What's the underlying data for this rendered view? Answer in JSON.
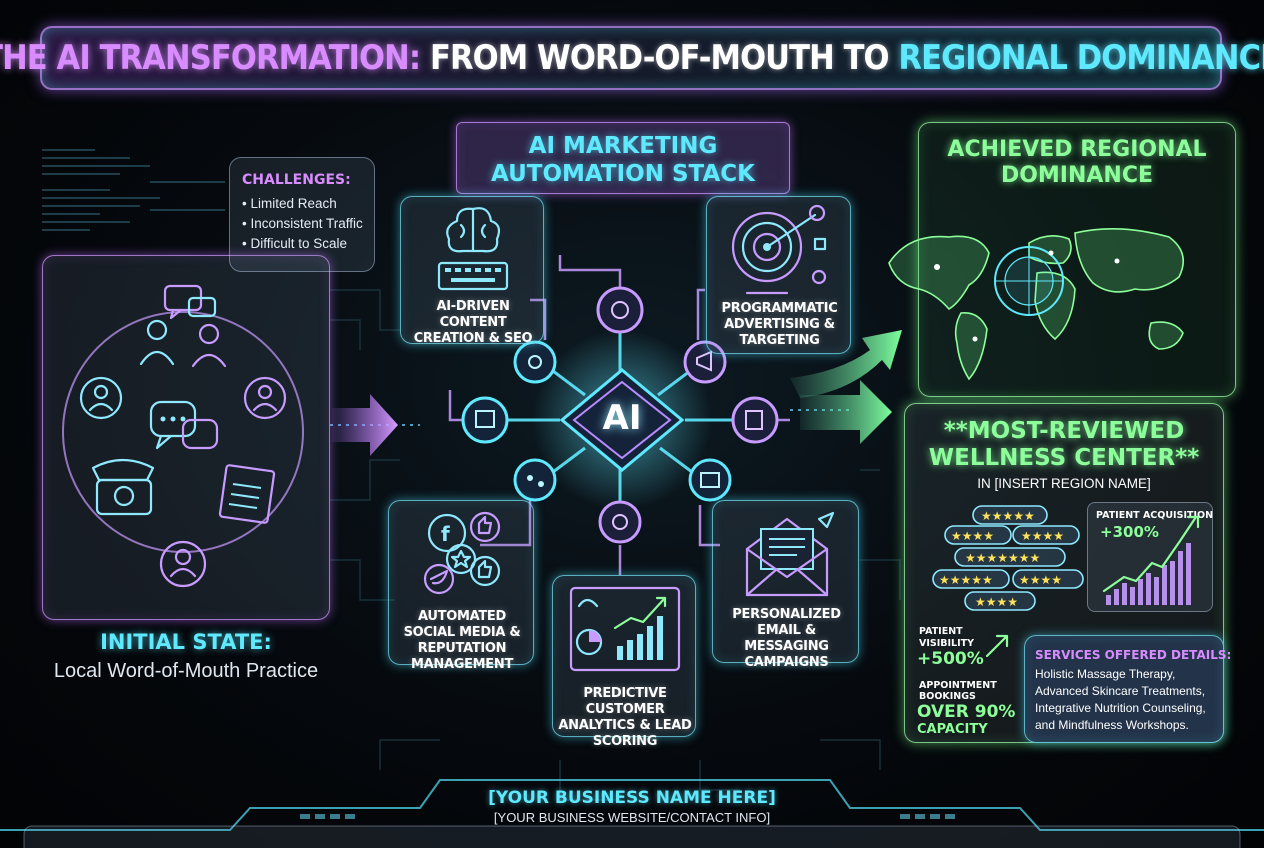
{
  "title": {
    "part1": "THE AI TRANSFORMATION:",
    "part2": "FROM WORD-OF-MOUTH TO",
    "part3": "REGIONAL DOMINANCE"
  },
  "challenges": {
    "heading": "CHALLENGES:",
    "items": [
      "Limited Reach",
      "Inconsistent Traffic",
      "Difficult to Scale"
    ]
  },
  "initial_state": {
    "heading": "INITIAL STATE:",
    "subtitle": "Local Word-of-Mouth Practice"
  },
  "stack": {
    "heading_line1": "AI MARKETING",
    "heading_line2": "AUTOMATION STACK",
    "hub_label": "AI",
    "nodes": {
      "content": "AI-DRIVEN CONTENT CREATION & SEO",
      "advertising": "PROGRAMMATIC ADVERTISING & TARGETING",
      "social": "AUTOMATED SOCIAL MEDIA & REPUTATION MANAGEMENT",
      "analytics": "PREDICTIVE CUSTOMER ANALYTICS & LEAD SCORING",
      "email": "PERSONALIZED EMAIL & MESSAGING CAMPAIGNS"
    }
  },
  "dominance": {
    "heading_line1": "ACHIEVED REGIONAL",
    "heading_line2": "DOMINANCE"
  },
  "results": {
    "heading_line1": "**MOST-REVIEWED",
    "heading_line2": "WELLNESS CENTER**",
    "region": "IN [INSERT REGION NAME]",
    "acquisition_label": "PATIENT ACQUISITION",
    "acquisition_value": "+300%",
    "visibility_label_1": "PATIENT",
    "visibility_label_2": "VISIBILITY",
    "visibility_value": "+500%",
    "bookings_label_1": "APPOINTMENT",
    "bookings_label_2": "BOOKINGS",
    "bookings_value_1": "OVER 90%",
    "bookings_value_2": "CAPACITY"
  },
  "services": {
    "heading": "SERVICES OFFERED DETAILS:",
    "lines": [
      "Holistic Massage Therapy,",
      "Advanced Skincare Treatments,",
      "Integrative Nutrition Counseling,",
      "and Mindfulness Workshops."
    ]
  },
  "footer": {
    "business_name": "[YOUR BUSINESS NAME HERE]",
    "contact": "[YOUR BUSINESS WEBSITE/CONTACT INFO]"
  },
  "colors": {
    "purple": "#d88cff",
    "cyan": "#5fe9ff",
    "green": "#8dff9a"
  }
}
